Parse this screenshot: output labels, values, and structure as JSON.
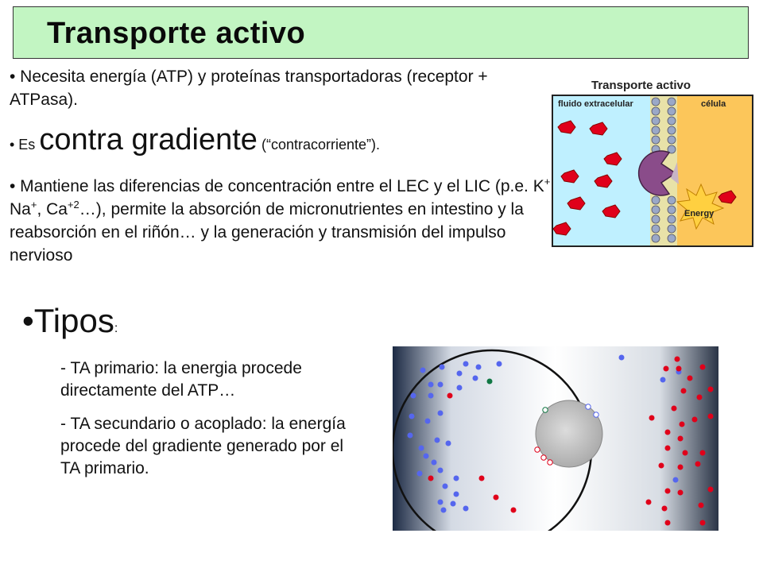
{
  "title": "Transporte activo",
  "bullets": {
    "b1": "• Necesita energía (ATP) y proteínas transportadoras (receptor + ATPasa).",
    "b2_pre": "• Es ",
    "b2_big": "contra gradiente",
    "b2_post": " (“contracorriente”).",
    "b3_a": "• Mantiene las diferencias de concentración entre el LEC y el LIC (p.e. K",
    "b3_sup1": "+",
    "b3_b": ", Na",
    "b3_sup2": "+",
    "b3_c": ", Ca",
    "b3_sup3": "+2",
    "b3_d": "…), permite la absorción de micronutrientes en intestino y  la reabsorción en el riñón… y la generación y transmisión del impulso nervioso"
  },
  "tipos": {
    "label": "•Tipos",
    "colon": ":"
  },
  "types": [
    "- TA primario: la energia procede directamente del ATP…",
    "- TA secundario o acoplado: la energía procede del gradiente generado por el TA primario."
  ],
  "diagram": {
    "title": "Transporte activo",
    "left_label": "fluido extracelular",
    "right_label": "célula",
    "energy_label": "Energy"
  },
  "colors": {
    "title_bg": "#c2f5c2",
    "ion_red": "#e0001a",
    "ion_blue": "#5566ee"
  }
}
